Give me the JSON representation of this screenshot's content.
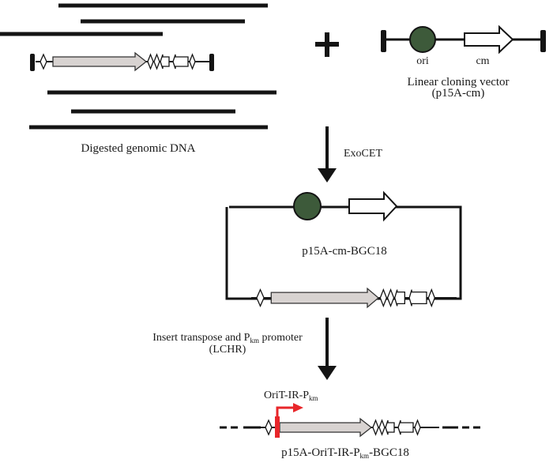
{
  "diagram": {
    "genomic": {
      "fragment_count": 6,
      "label": "Digested genomic DNA"
    },
    "plus_symbol": "+",
    "vector": {
      "ori_label": "ori",
      "cm_label": "cm",
      "title_line1": "Linear cloning vector",
      "title_line2": "(p15A-cm)",
      "ori_color": "#3d5a3a"
    },
    "step1": {
      "label": "ExoCET"
    },
    "circular_plasmid": {
      "label": "p15A-cm-BGC18"
    },
    "step2": {
      "label_line1_pre": "Insert transpose and P",
      "label_line1_sub": "km",
      "label_line1_post": " promoter",
      "label_line2": "(LCHR)"
    },
    "final_construct": {
      "promoter_label_pre": "OriT-IR-P",
      "promoter_label_sub": "km",
      "promoter_color": "#e8262a",
      "label_pre": "p15A-OriT-IR-P",
      "label_sub": "km",
      "label_post": "-BGC18"
    },
    "colors": {
      "line": "#141414",
      "big_gene_fill": "#d8d3d1",
      "small_gene_fill": "#ffffff"
    }
  }
}
